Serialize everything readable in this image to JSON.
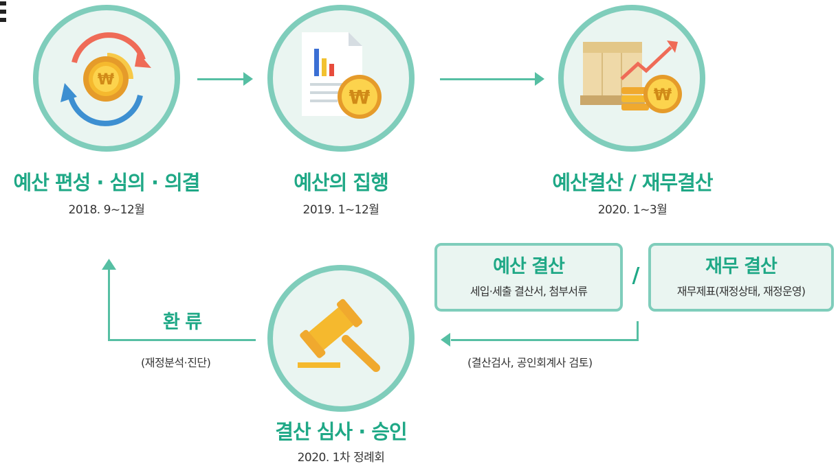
{
  "stages": [
    {
      "title": "예산 편성 · 심의 · 의결",
      "period": "2018. 9~12월"
    },
    {
      "title": "예산의 집행",
      "period": "2019. 1~12월"
    },
    {
      "title": "예산결산 / 재무결산",
      "period": "2020. 1~3월"
    },
    {
      "title": "결산 심사 · 승인",
      "period": "2020. 1차 정례회"
    }
  ],
  "boxes": [
    {
      "title": "예산 결산",
      "desc": "세입·세출 결산서, 첨부서류"
    },
    {
      "title": "재무 결산",
      "desc": "재무제표(재정상태, 재정운영)"
    }
  ],
  "separator": "/",
  "feedback": {
    "label": "환 류",
    "note": "(재정분석·진단)"
  },
  "review_note": "(결산검사, 공인회계사 검토)",
  "colors": {
    "accent": "#1fa886",
    "line": "#56bfa3",
    "ring": "#7fcdbb",
    "fill": "#eaf5f1"
  }
}
